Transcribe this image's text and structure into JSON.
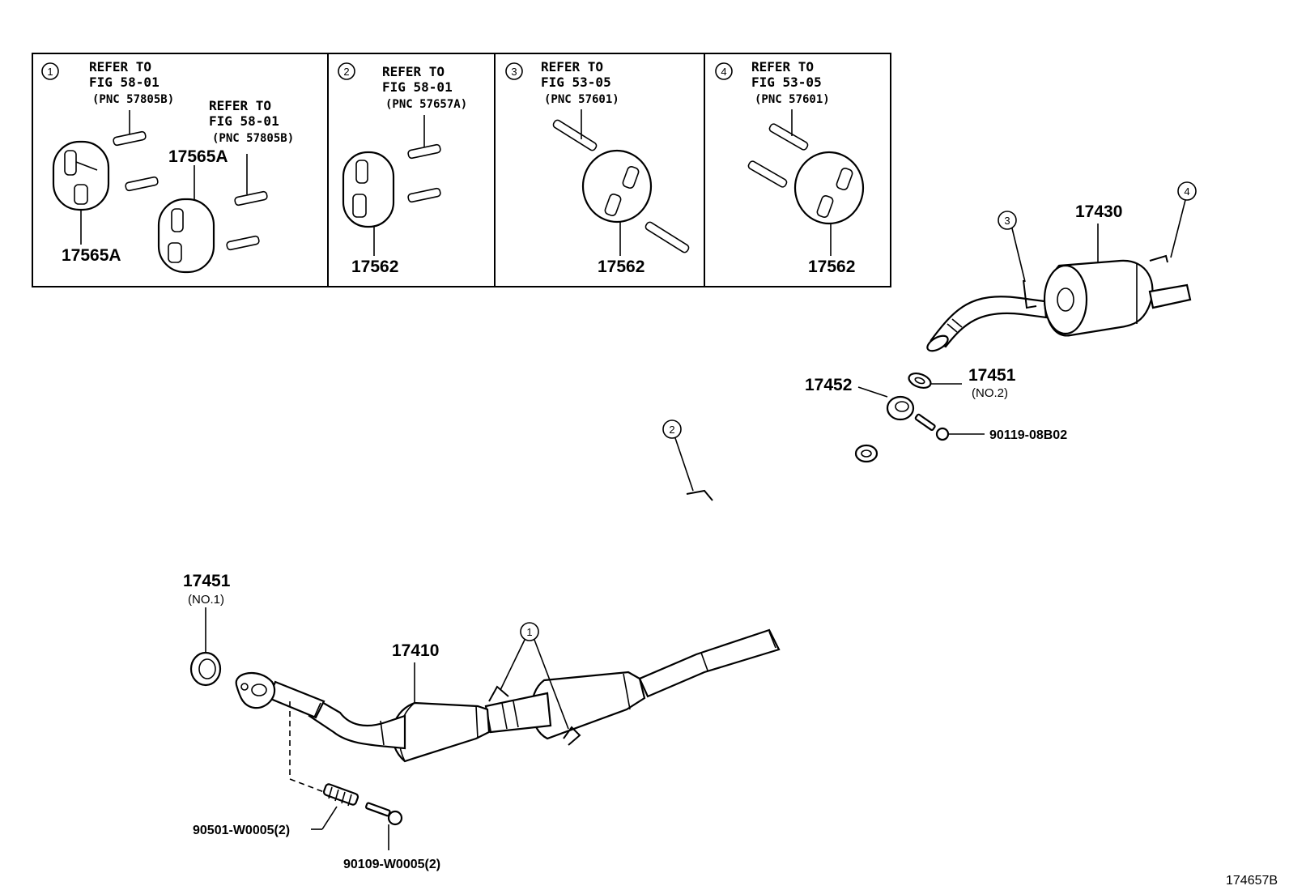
{
  "insets": [
    {
      "num": "1",
      "refer": "REFER TO",
      "fig": "FIG 58-01",
      "pnc": "(PNC 57805B)",
      "refer2": "REFER TO",
      "fig2": "FIG 58-01",
      "pnc2": "(PNC 57805B)",
      "part_a": "17565A",
      "part_b": "17565A"
    },
    {
      "num": "2",
      "refer": "REFER TO",
      "fig": "FIG 58-01",
      "pnc": "(PNC 57657A)",
      "part": "17562"
    },
    {
      "num": "3",
      "refer": "REFER TO",
      "fig": "FIG 53-05",
      "pnc": "(PNC 57601)",
      "part": "17562"
    },
    {
      "num": "4",
      "refer": "REFER TO",
      "fig": "FIG 53-05",
      "pnc": "(PNC 57601)",
      "part": "17562"
    }
  ],
  "callouts": {
    "c1": "1",
    "c2": "2",
    "c3": "3",
    "c4": "4"
  },
  "parts": {
    "muffler": "17430",
    "gasket2": "17451",
    "gasket2_note": "(NO.2)",
    "ring": "17452",
    "bolt_rear": "90119-08B02",
    "gasket1": "17451",
    "gasket1_note": "(NO.1)",
    "front_pipe": "17410",
    "spring": "90501-W0005(2)",
    "bolt_front": "90109-W0005(2)"
  },
  "figure_id": "174657B"
}
